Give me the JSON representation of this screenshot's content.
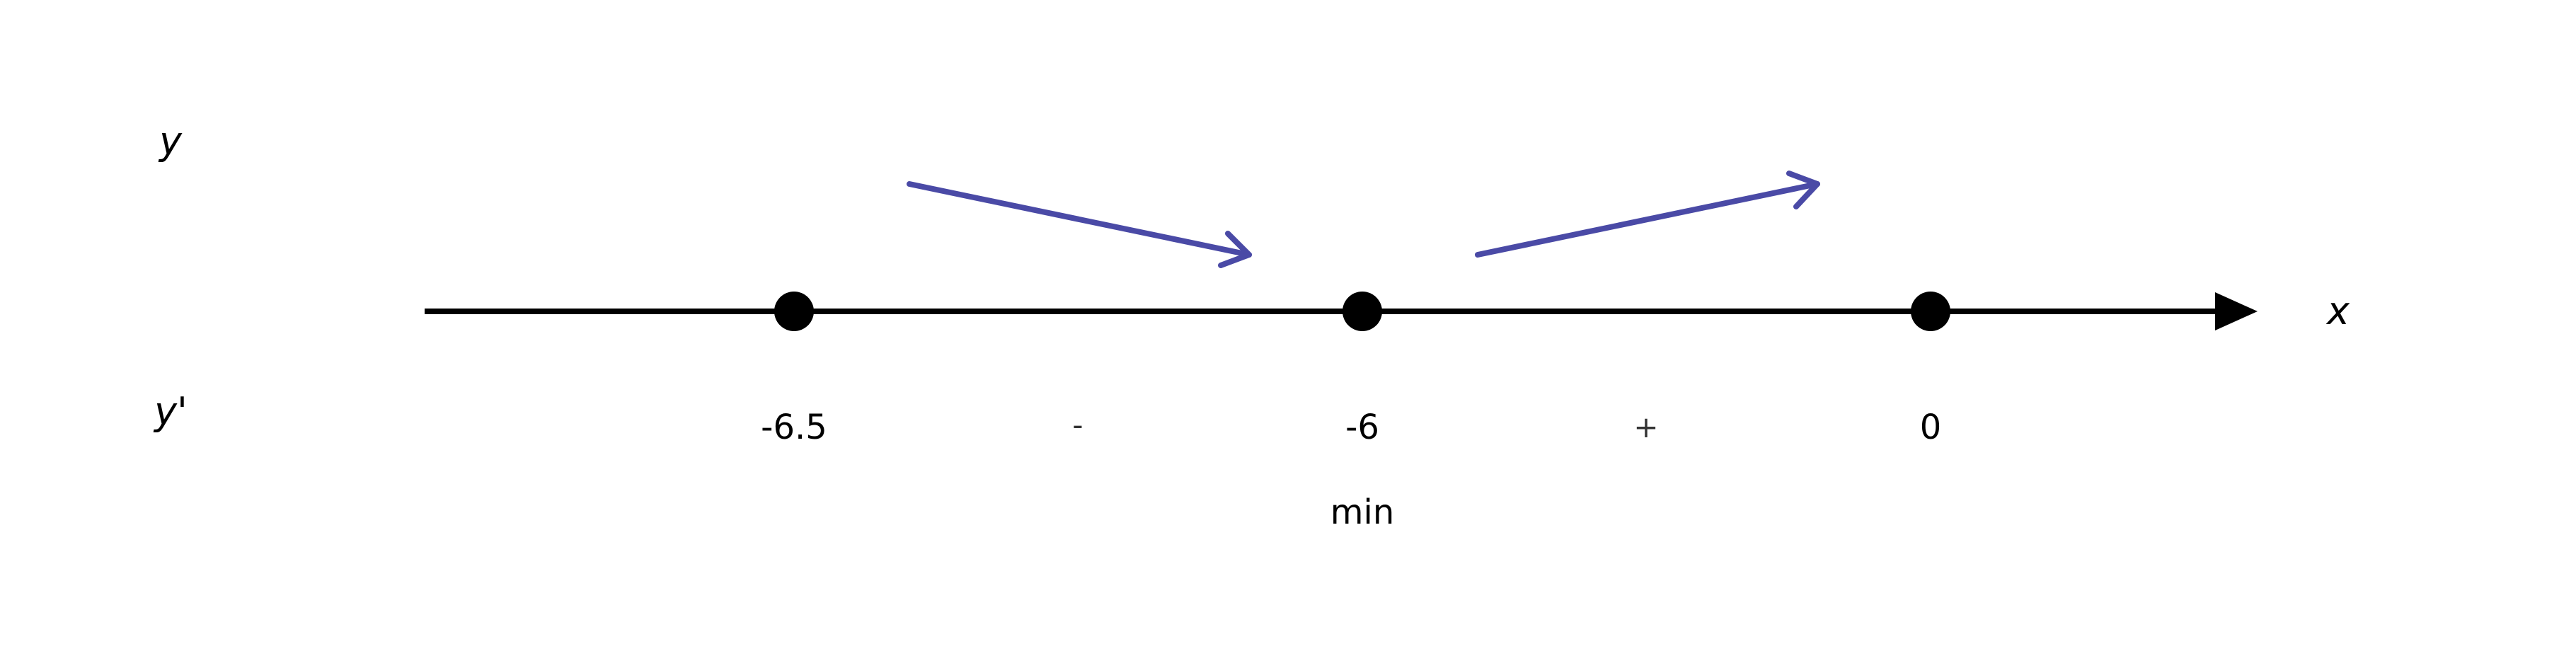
{
  "labels": {
    "y_row": "y",
    "y_prime_row": "y'",
    "axis": "x"
  },
  "points": [
    {
      "value": -6.5,
      "label": "-6.5"
    },
    {
      "value": -6,
      "label": "-6"
    },
    {
      "value": 0,
      "label": "0"
    }
  ],
  "signs": [
    "-",
    "+"
  ],
  "behaviour": [
    "decreasing",
    "increasing"
  ],
  "notes": [
    {
      "at": -6,
      "text": "min"
    }
  ],
  "colors": {
    "axis": "#000000",
    "arrow": "#4a4aa6",
    "point": "#000000"
  }
}
